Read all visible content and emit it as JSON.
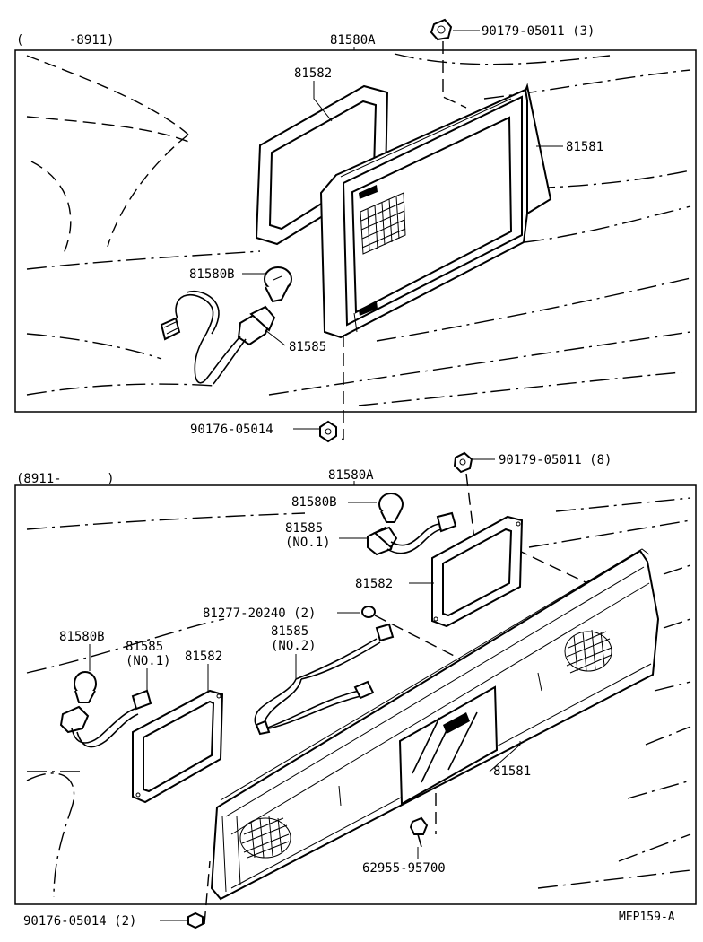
{
  "diagram": {
    "code": "MEP159-A",
    "upper": {
      "range": "(      -8911)",
      "labels": {
        "assy": "81580A",
        "clip_nut": "90179-05011 (3)",
        "gasket": "81582",
        "lens": "81581",
        "bulb": "81580B",
        "socket": "81585",
        "screw": "90176-05014"
      }
    },
    "lower": {
      "range": "(8911-      )",
      "labels": {
        "assy": "81580A",
        "clip_nut": "90179-05011 (8)",
        "bulb_right": "81580B",
        "socket_no1_right": "81585",
        "socket_no1_right_sub": "(NO.1)",
        "gasket_right": "81582",
        "grommet": "81277-20240 (2)",
        "socket_no2": "81585",
        "socket_no2_sub": "(NO.2)",
        "bulb_left": "81580B",
        "socket_no1_left": "81585",
        "socket_no1_left_sub": "(NO.1)",
        "gasket_left": "81582",
        "lens": "81581",
        "clip": "62955-95700",
        "screw": "90176-05014 (2)"
      }
    }
  }
}
